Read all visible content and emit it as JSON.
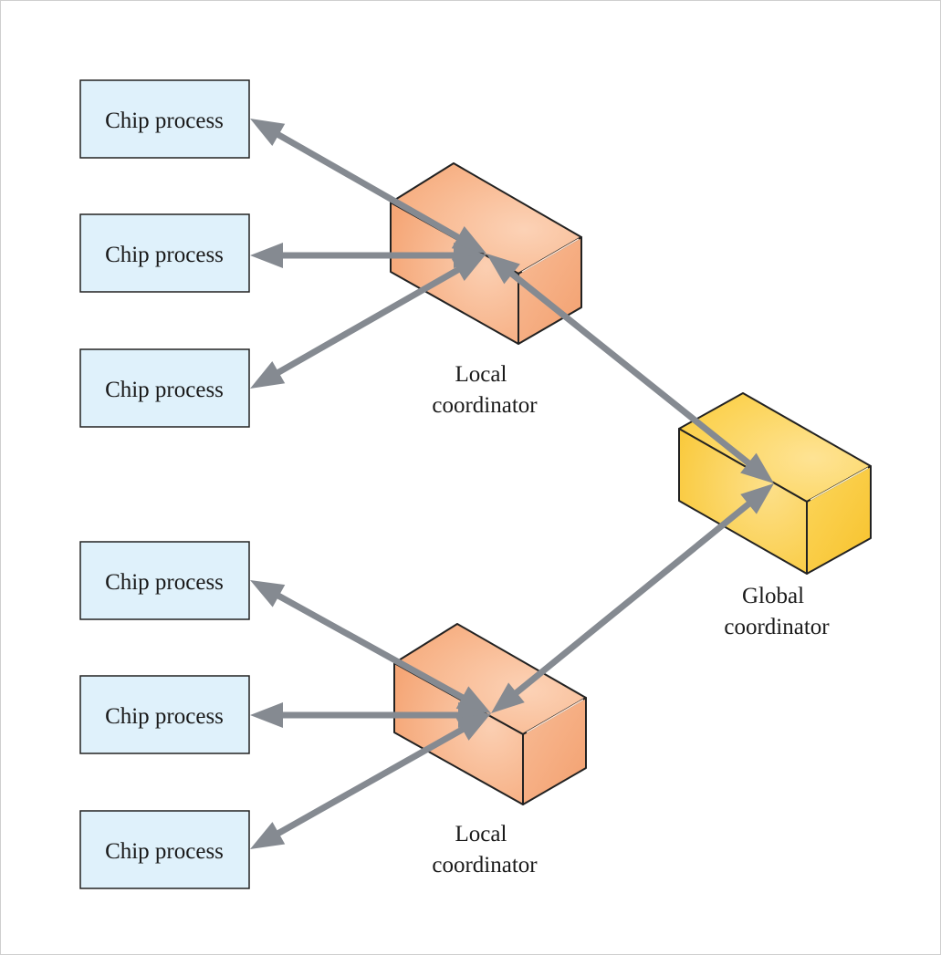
{
  "diagram": {
    "chip_processes": [
      {
        "label": "Chip process"
      },
      {
        "label": "Chip process"
      },
      {
        "label": "Chip process"
      },
      {
        "label": "Chip process"
      },
      {
        "label": "Chip process"
      },
      {
        "label": "Chip process"
      }
    ],
    "local_coordinators": [
      {
        "line1": "Local",
        "line2": "coordinator"
      },
      {
        "line1": "Local",
        "line2": "coordinator"
      }
    ],
    "global_coordinator": {
      "line1": "Global",
      "line2": "coordinator"
    },
    "colors": {
      "process_fill": "#dff1fb",
      "local_fill": "#f7b088",
      "global_fill": "#fcd34d",
      "arrow": "#858a91"
    }
  }
}
